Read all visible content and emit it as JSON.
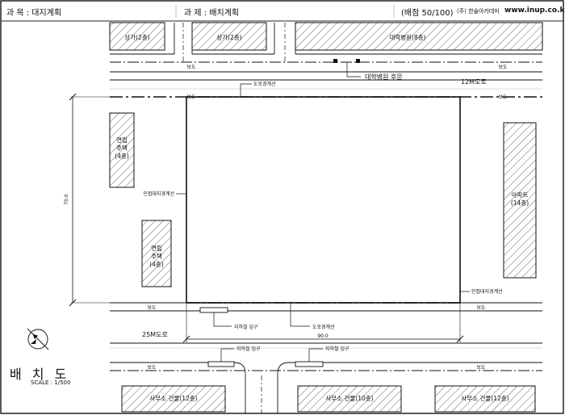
{
  "header": {
    "subject": "과 목 : 대지계획",
    "task": "과 제 : 배치계획",
    "score": "(배점 50/100)",
    "company": "(주) 한솔아카데미",
    "website": "www.inup.co.kr"
  },
  "buildings": {
    "store1": "상가(2층)",
    "store2": "상가(2층)",
    "hospital": "대학병원(8층)",
    "rowhouse_top": [
      "연립",
      "주택",
      "(4층)"
    ],
    "rowhouse_bottom": [
      "연립",
      "주택",
      "(4층)"
    ],
    "apartment": [
      "아파트",
      "(14층)"
    ],
    "office1": "사무소 건물(12층)",
    "office2": "사무소 건물(10층)",
    "office3": "사무소 건물(12층)"
  },
  "labels": {
    "sidewalk": "보도",
    "hospital_gate": "대학병원 후문",
    "road_12m": "12M도로",
    "road_25m": "25M도로",
    "road_boundary": "도로경계선",
    "adjacent_boundary": "인접대지경계선",
    "parking_entrance": "지하철 입구",
    "dim_vertical": "70.0",
    "dim_horizontal": "90.0"
  },
  "footer": {
    "title": "배 치 도",
    "scale": "SCALE : 1/500"
  }
}
